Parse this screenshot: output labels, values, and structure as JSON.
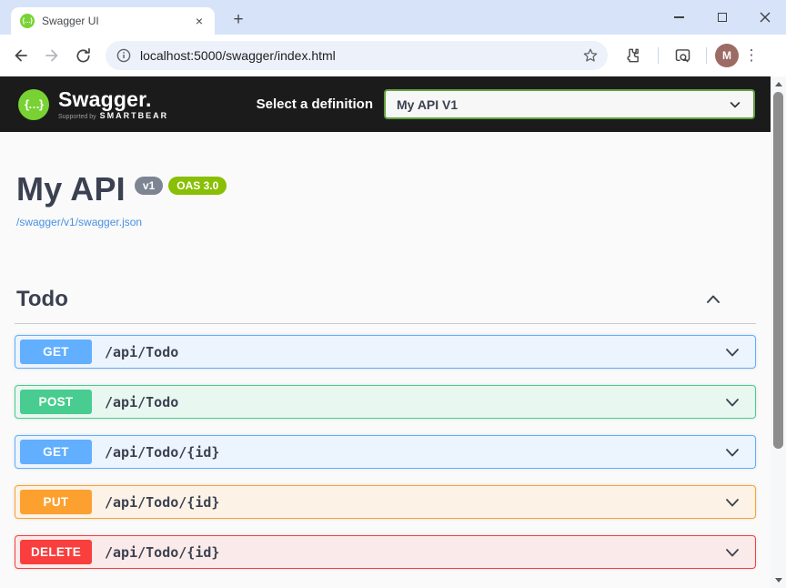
{
  "browser": {
    "tab_title": "Swagger UI",
    "url": "localhost:5000/swagger/index.html",
    "avatar_initial": "M"
  },
  "icons": {
    "swagger_braces": "{…}",
    "tab_close": "×",
    "new_tab": "+",
    "menu_kebab": "⋮",
    "star": "☆"
  },
  "topbar": {
    "brand": "Swagger.",
    "supported_by": "Supported by",
    "supported_brand": "SMARTBEAR",
    "select_label": "Select a definition",
    "selected_definition": "My API V1"
  },
  "info": {
    "title": "My API",
    "version_badge": "v1",
    "oas_badge": "OAS 3.0",
    "spec_link": "/swagger/v1/swagger.json"
  },
  "section": {
    "title": "Todo"
  },
  "endpoints": [
    {
      "method": "GET",
      "path": "/api/Todo",
      "color": "#61affe",
      "bg": "#ecf4fd"
    },
    {
      "method": "POST",
      "path": "/api/Todo",
      "color": "#49cc90",
      "bg": "#e9f7f1"
    },
    {
      "method": "GET",
      "path": "/api/Todo/{id}",
      "color": "#61affe",
      "bg": "#ecf4fd"
    },
    {
      "method": "PUT",
      "path": "/api/Todo/{id}",
      "color": "#fca130",
      "bg": "#fcf3e6"
    },
    {
      "method": "DELETE",
      "path": "/api/Todo/{id}",
      "color": "#f93e3e",
      "bg": "#fbeaea"
    }
  ],
  "colors": {
    "logo_green": "#79d233",
    "topbar_bg": "#1b1b1b",
    "select_border": "#62a03f",
    "title_color": "#3b4151",
    "link_color": "#4990e2",
    "version_badge_bg": "#7d8492",
    "oas_badge_bg": "#89bf04",
    "avatar_bg": "#9c6b64"
  }
}
